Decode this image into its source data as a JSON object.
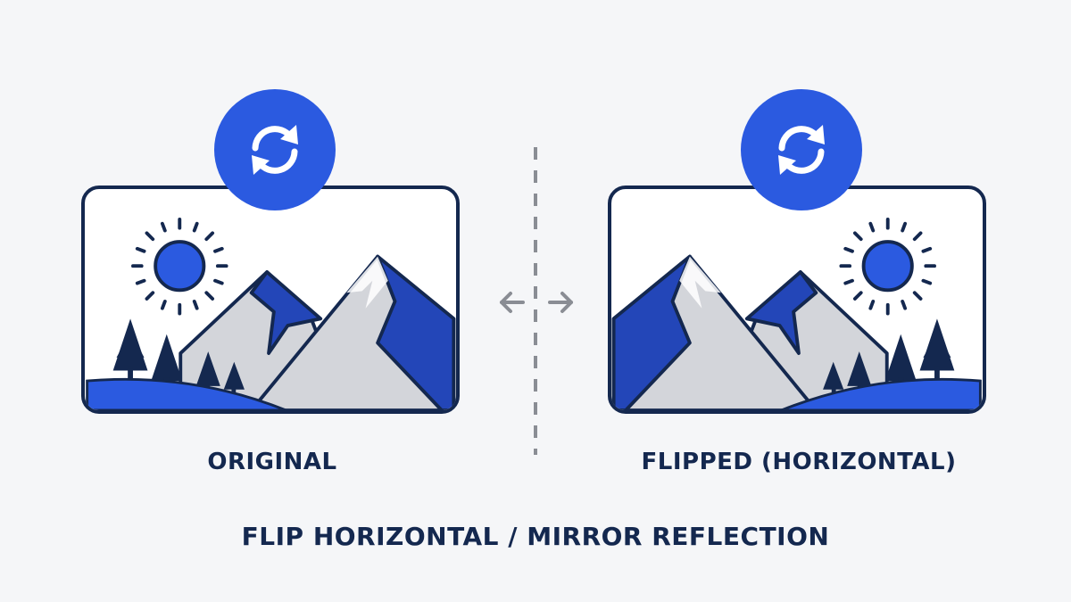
{
  "panels": [
    {
      "label": "ORIGINAL",
      "orientation": "original"
    },
    {
      "label": "FLIPPED (HORIZONTAL)",
      "orientation": "mirrored"
    }
  ],
  "caption": "FLIP HORIZONTAL / MIRROR REFLECTION",
  "icons": {
    "badge": "refresh-icon",
    "divider": "dashed-divider",
    "arrows": "left-right-arrows-icon",
    "scene": "landscape-image-icon"
  },
  "colors": {
    "navy": "#14284f",
    "blue": "#2b5ae0",
    "mountain_blue": "#2346b8",
    "gray": "#d3d5da",
    "arrow_gray": "#8a8d94",
    "background": "#f5f6f8"
  }
}
